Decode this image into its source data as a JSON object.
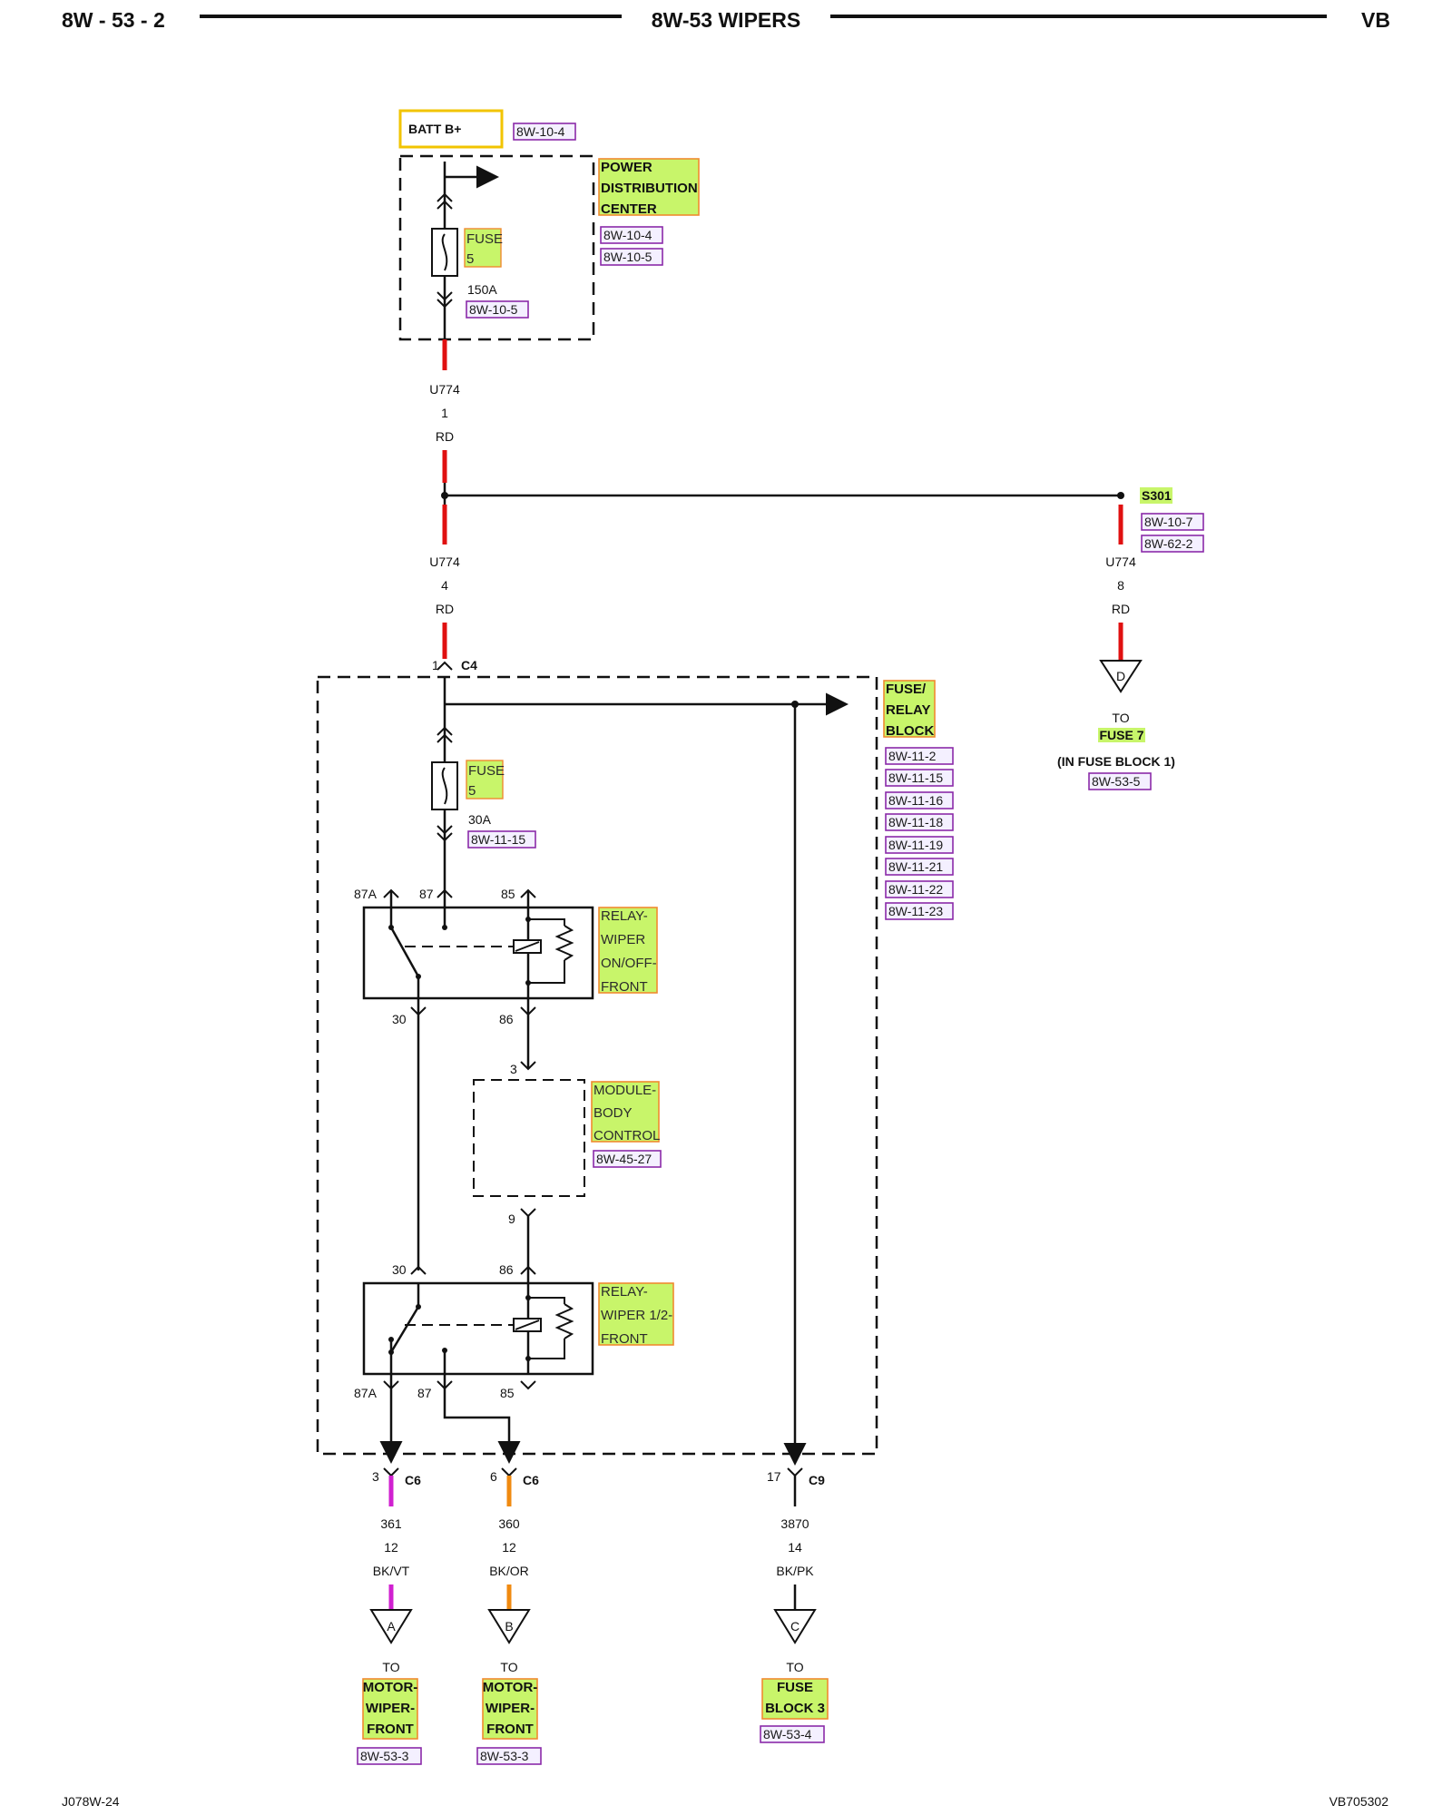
{
  "header": {
    "left": "8W - 53 - 2",
    "center": "8W-53 WIPERS",
    "right": "VB"
  },
  "footer": {
    "left": "J078W-24",
    "right": "VB705302"
  },
  "batt": {
    "label": "BATT B+",
    "ref": "8W-10-4"
  },
  "pdc": {
    "line1": "POWER",
    "line2": "DISTRIBUTION",
    "line3": "CENTER",
    "ref1": "8W-10-4",
    "ref2": "8W-10-5",
    "fuse_l1": "FUSE",
    "fuse_l2": "5",
    "rating": "150A",
    "fuse_ref": "8W-10-5"
  },
  "wire_top": {
    "circuit": "U774",
    "gauge": "1",
    "color": "RD"
  },
  "splice": {
    "id": "S301",
    "ref1": "8W-10-7",
    "ref2": "8W-62-2"
  },
  "wire_mid_left": {
    "circuit": "U774",
    "gauge": "4",
    "color": "RD"
  },
  "wire_mid_right": {
    "circuit": "U774",
    "gauge": "8",
    "color": "RD"
  },
  "conn_c4": {
    "pin": "1",
    "name": "C4"
  },
  "to_d": {
    "letter": "D",
    "to": "TO",
    "dest": "FUSE 7",
    "note": "(IN FUSE BLOCK 1)",
    "ref": "8W-53-5"
  },
  "frb": {
    "line1": "FUSE/",
    "line2": "RELAY",
    "line3": "BLOCK",
    "refs": [
      "8W-11-2",
      "8W-11-15",
      "8W-11-16",
      "8W-11-18",
      "8W-11-19",
      "8W-11-21",
      "8W-11-22",
      "8W-11-23"
    ],
    "fuse_l1": "FUSE",
    "fuse_l2": "5",
    "rating": "30A",
    "fuse_ref": "8W-11-15"
  },
  "relay1": {
    "l1": "RELAY-",
    "l2": "WIPER",
    "l3": "ON/OFF-",
    "l4": "FRONT",
    "p87a": "87A",
    "p87": "87",
    "p85": "85",
    "p30": "30",
    "p86": "86"
  },
  "bcm": {
    "l1": "MODULE-",
    "l2": "BODY",
    "l3": "CONTROL",
    "ref": "8W-45-27",
    "pin_top": "3",
    "pin_bot": "9"
  },
  "relay2": {
    "l1": "RELAY-",
    "l2": "WIPER 1/2-",
    "l3": "FRONT",
    "p30": "30",
    "p86": "86",
    "p87a": "87A",
    "p87": "87",
    "p85": "85"
  },
  "outputs": [
    {
      "pin": "3",
      "conn": "C6",
      "circuit": "361",
      "gauge": "12",
      "color": "BK/VT",
      "letter": "A",
      "to": "TO",
      "dest1": "MOTOR-",
      "dest2": "WIPER-",
      "dest3": "FRONT",
      "ref": "8W-53-3",
      "accent": "#d020d0"
    },
    {
      "pin": "6",
      "conn": "C6",
      "circuit": "360",
      "gauge": "12",
      "color": "BK/OR",
      "letter": "B",
      "to": "TO",
      "dest1": "MOTOR-",
      "dest2": "WIPER-",
      "dest3": "FRONT",
      "ref": "8W-53-3",
      "accent": "#f08a10"
    },
    {
      "pin": "17",
      "conn": "C9",
      "circuit": "3870",
      "gauge": "14",
      "color": "BK/PK",
      "letter": "C",
      "to": "TO",
      "dest1": "FUSE",
      "dest2": "BLOCK 3",
      "dest3": "",
      "ref": "8W-53-4",
      "accent": "#ff70b0"
    }
  ]
}
